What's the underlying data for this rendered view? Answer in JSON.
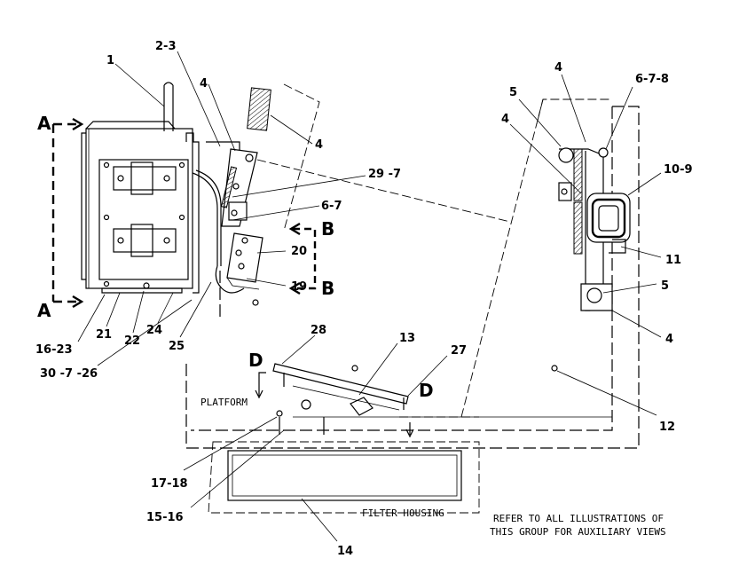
{
  "callouts": {
    "c1": "1",
    "c2_3": "2-3",
    "c4a": "4",
    "c4b": "4",
    "c4c": "4",
    "c4d": "4",
    "c4e": "4",
    "c5a": "5",
    "c5b": "5",
    "c6_7_8": "6-7-8",
    "c10_9": "10-9",
    "c11": "11",
    "c29_7": "29 -7",
    "c6_7": "6-7",
    "c20": "20",
    "c19": "19",
    "c21": "21",
    "c22": "22",
    "c24": "24",
    "c16_23": "16-23",
    "c25": "25",
    "c30_7_26": "30 -7 -26",
    "c28": "28",
    "c13": "13",
    "c27": "27",
    "c12": "12",
    "c17_18": "17-18",
    "c15_16": "15-16",
    "c14": "14"
  },
  "section_markers": {
    "a_top": "A",
    "a_bottom": "A",
    "b_top": "B",
    "b_bottom": "B",
    "d_left": "D",
    "d_right": "D"
  },
  "labels": {
    "platform": "PLATFORM",
    "filter_housing": "FILTER HOUSING"
  },
  "note": {
    "line1": "REFER TO ALL ILLUSTRATIONS OF",
    "line2": "THIS GROUP FOR AUXILIARY VIEWS"
  }
}
